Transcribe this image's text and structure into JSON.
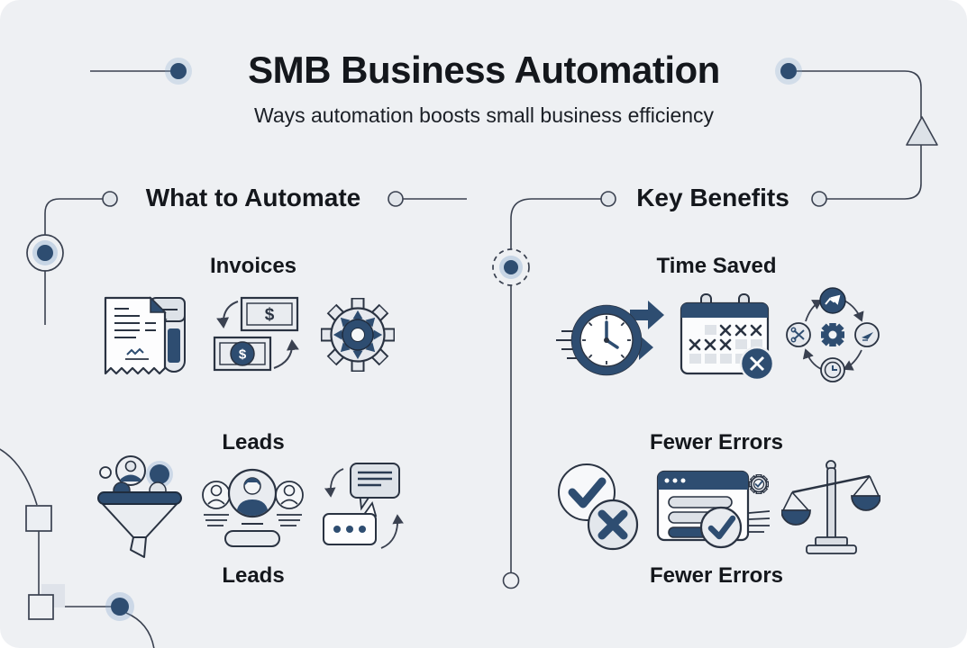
{
  "title": "SMB Business Automation",
  "subtitle": "Ways automation boosts small business efficiency",
  "columns": {
    "left": {
      "header": "What to Automate",
      "sections": [
        {
          "title": "Invoices",
          "icons": [
            "invoice-receipt-icon",
            "money-exchange-icon",
            "automation-gear-icon"
          ]
        },
        {
          "title": "Leads",
          "caption": "Leads",
          "icons": [
            "lead-funnel-icon",
            "contacts-list-icon",
            "chat-messages-icon"
          ]
        }
      ]
    },
    "right": {
      "header": "Key Benefits",
      "sections": [
        {
          "title": "Time Saved",
          "icons": [
            "speed-clock-icon",
            "calendar-crossed-days-icon",
            "process-cycle-icon"
          ]
        },
        {
          "title": "Fewer Errors",
          "caption": "Fewer Errors",
          "icons": [
            "check-and-x-icon",
            "validated-form-icon",
            "balance-scale-icon"
          ]
        }
      ]
    }
  },
  "colors": {
    "navy": "#2e4d71",
    "outline": "#2a3342",
    "line": "#3a4150",
    "background": "#eef0f3",
    "icon_fill": "#e6e9ee",
    "text": "#14171c"
  }
}
